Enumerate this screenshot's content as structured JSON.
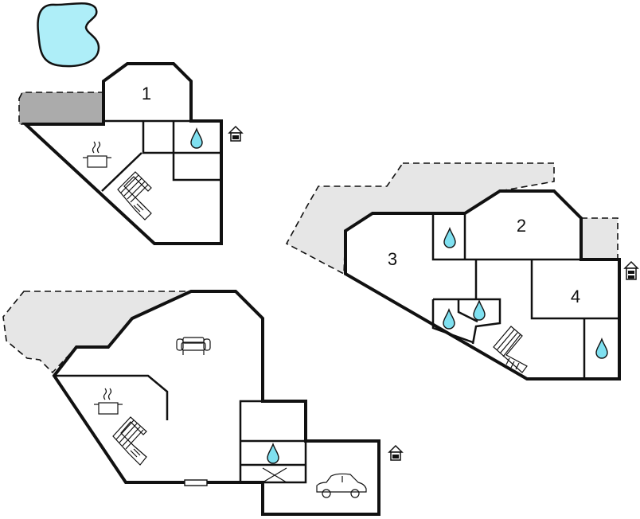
{
  "room_labels": {
    "room_1": "1",
    "room_2": "2",
    "room_3": "3",
    "room_4": "4"
  },
  "colors": {
    "pool": "#aeeef8",
    "water_drop": "#7fe0f0",
    "terrace": "#e6e6e6",
    "covered_terrace": "#ababab",
    "walls": "#111111"
  },
  "icons": [
    "pool",
    "bathroom-drop-icon",
    "kitchen-pot-icon",
    "stairs-icon",
    "entrance-icon",
    "sofa-icon",
    "car-icon",
    "fireplace-icon"
  ]
}
